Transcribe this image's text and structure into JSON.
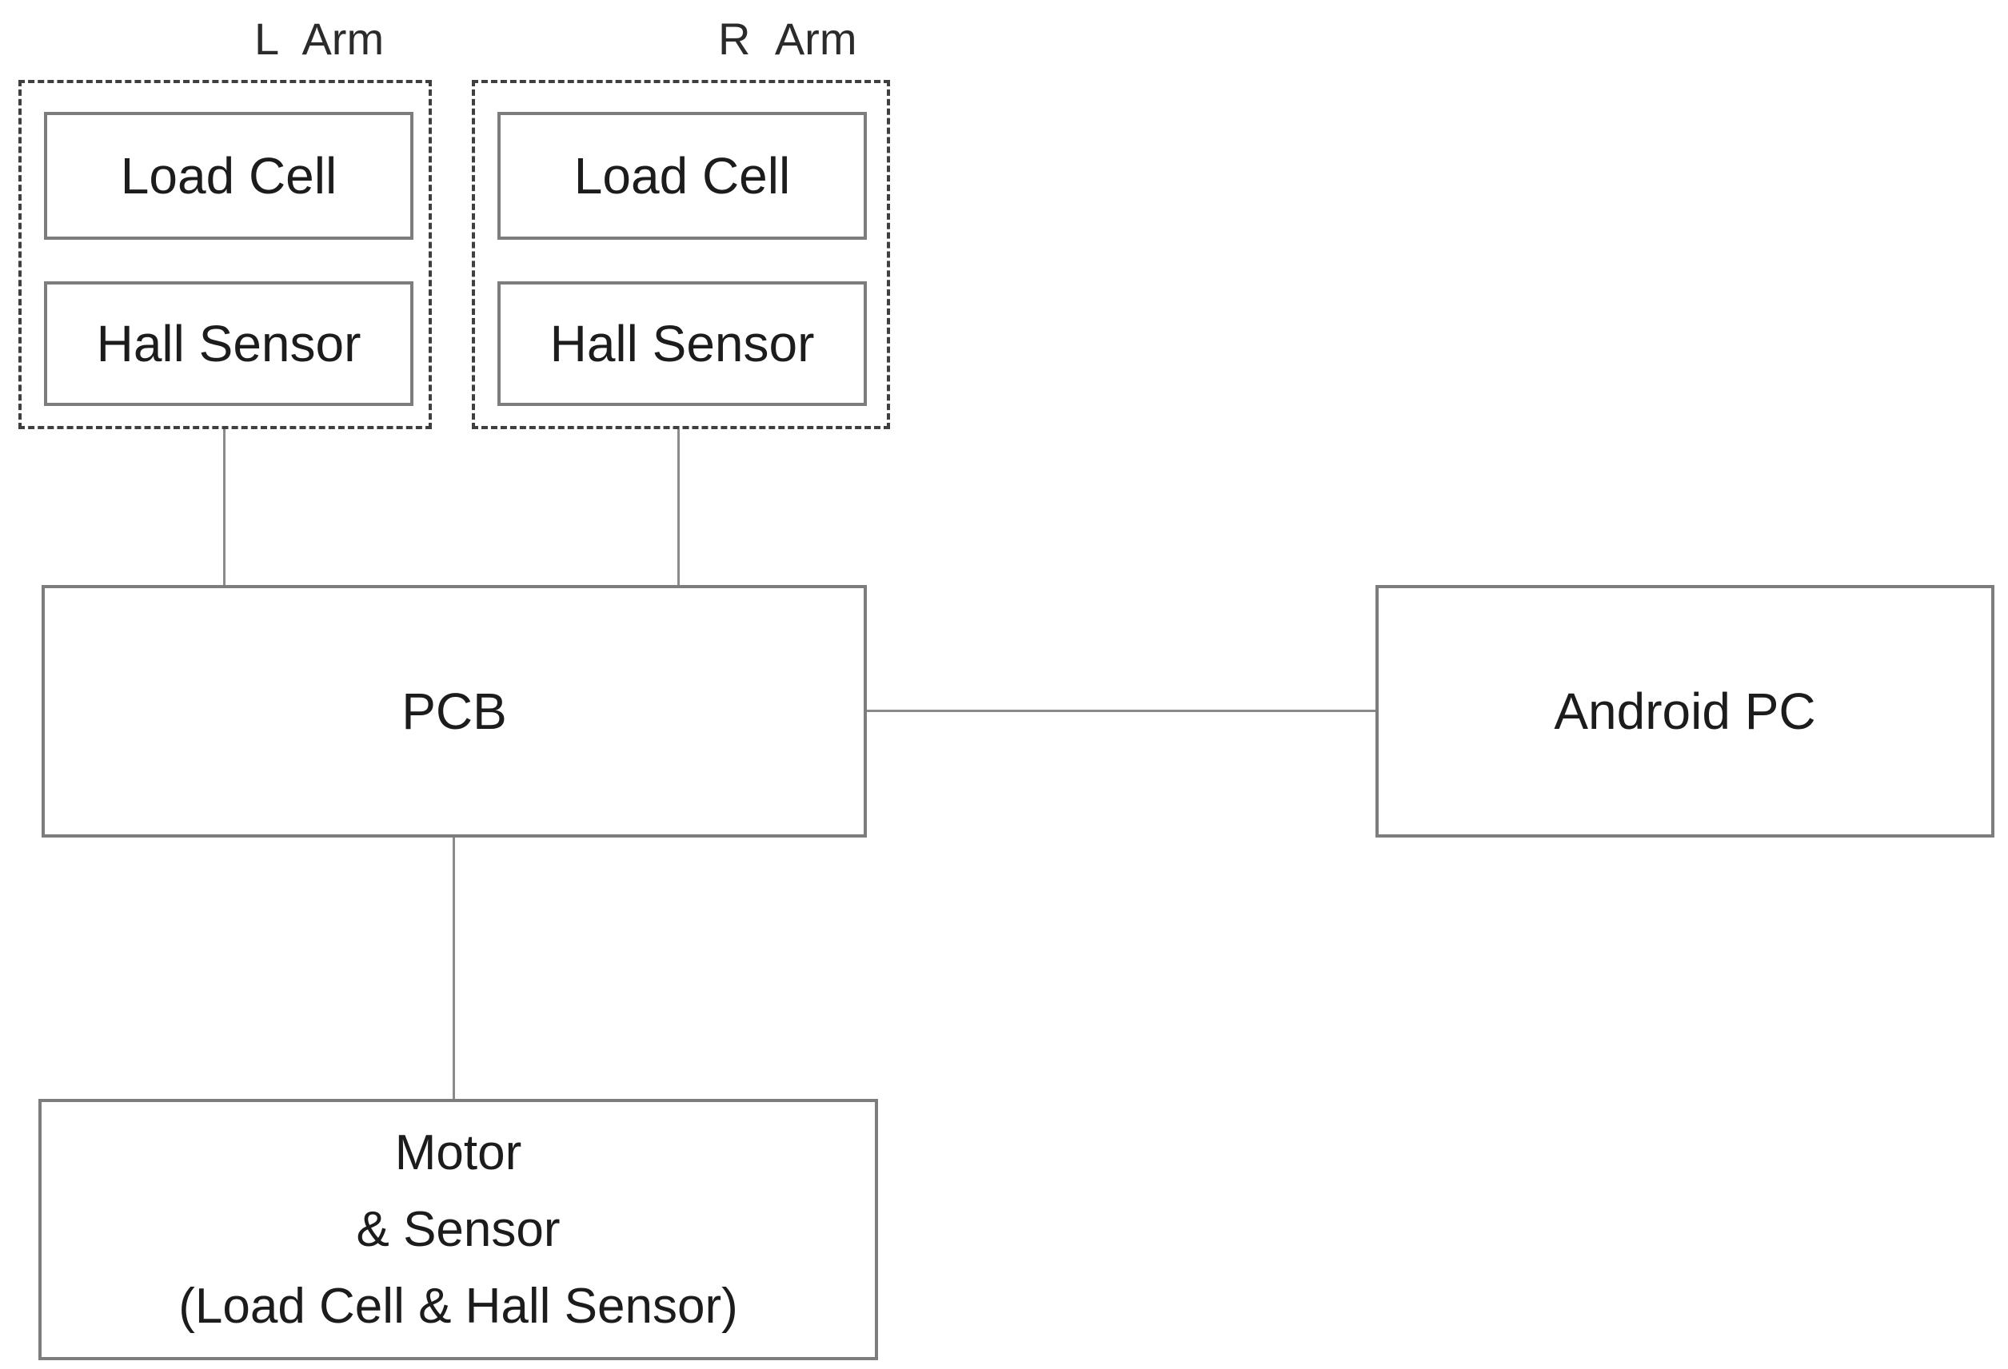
{
  "diagram": {
    "groups": [
      {
        "title": "L Arm",
        "boxes": [
          "Load Cell",
          "Hall Sensor"
        ]
      },
      {
        "title": "R Arm",
        "boxes": [
          "Load Cell",
          "Hall Sensor"
        ]
      }
    ],
    "nodes": [
      {
        "id": "pcb",
        "label": "PCB"
      },
      {
        "id": "android_pc",
        "label": "Android PC"
      },
      {
        "id": "motor_sensor",
        "label_lines": [
          "Motor",
          "& Sensor",
          "(Load Cell & Hall Sensor)"
        ]
      }
    ],
    "edges": [
      {
        "from": "l_arm",
        "to": "pcb"
      },
      {
        "from": "r_arm",
        "to": "pcb"
      },
      {
        "from": "pcb",
        "to": "android_pc"
      },
      {
        "from": "pcb",
        "to": "motor_sensor"
      }
    ],
    "colors": {
      "background": "#ffffff",
      "node_border": "#7d7d7d",
      "group_border": "#3f3f3f",
      "connector": "#8a8a8a",
      "text": "#1c1c1c"
    }
  }
}
